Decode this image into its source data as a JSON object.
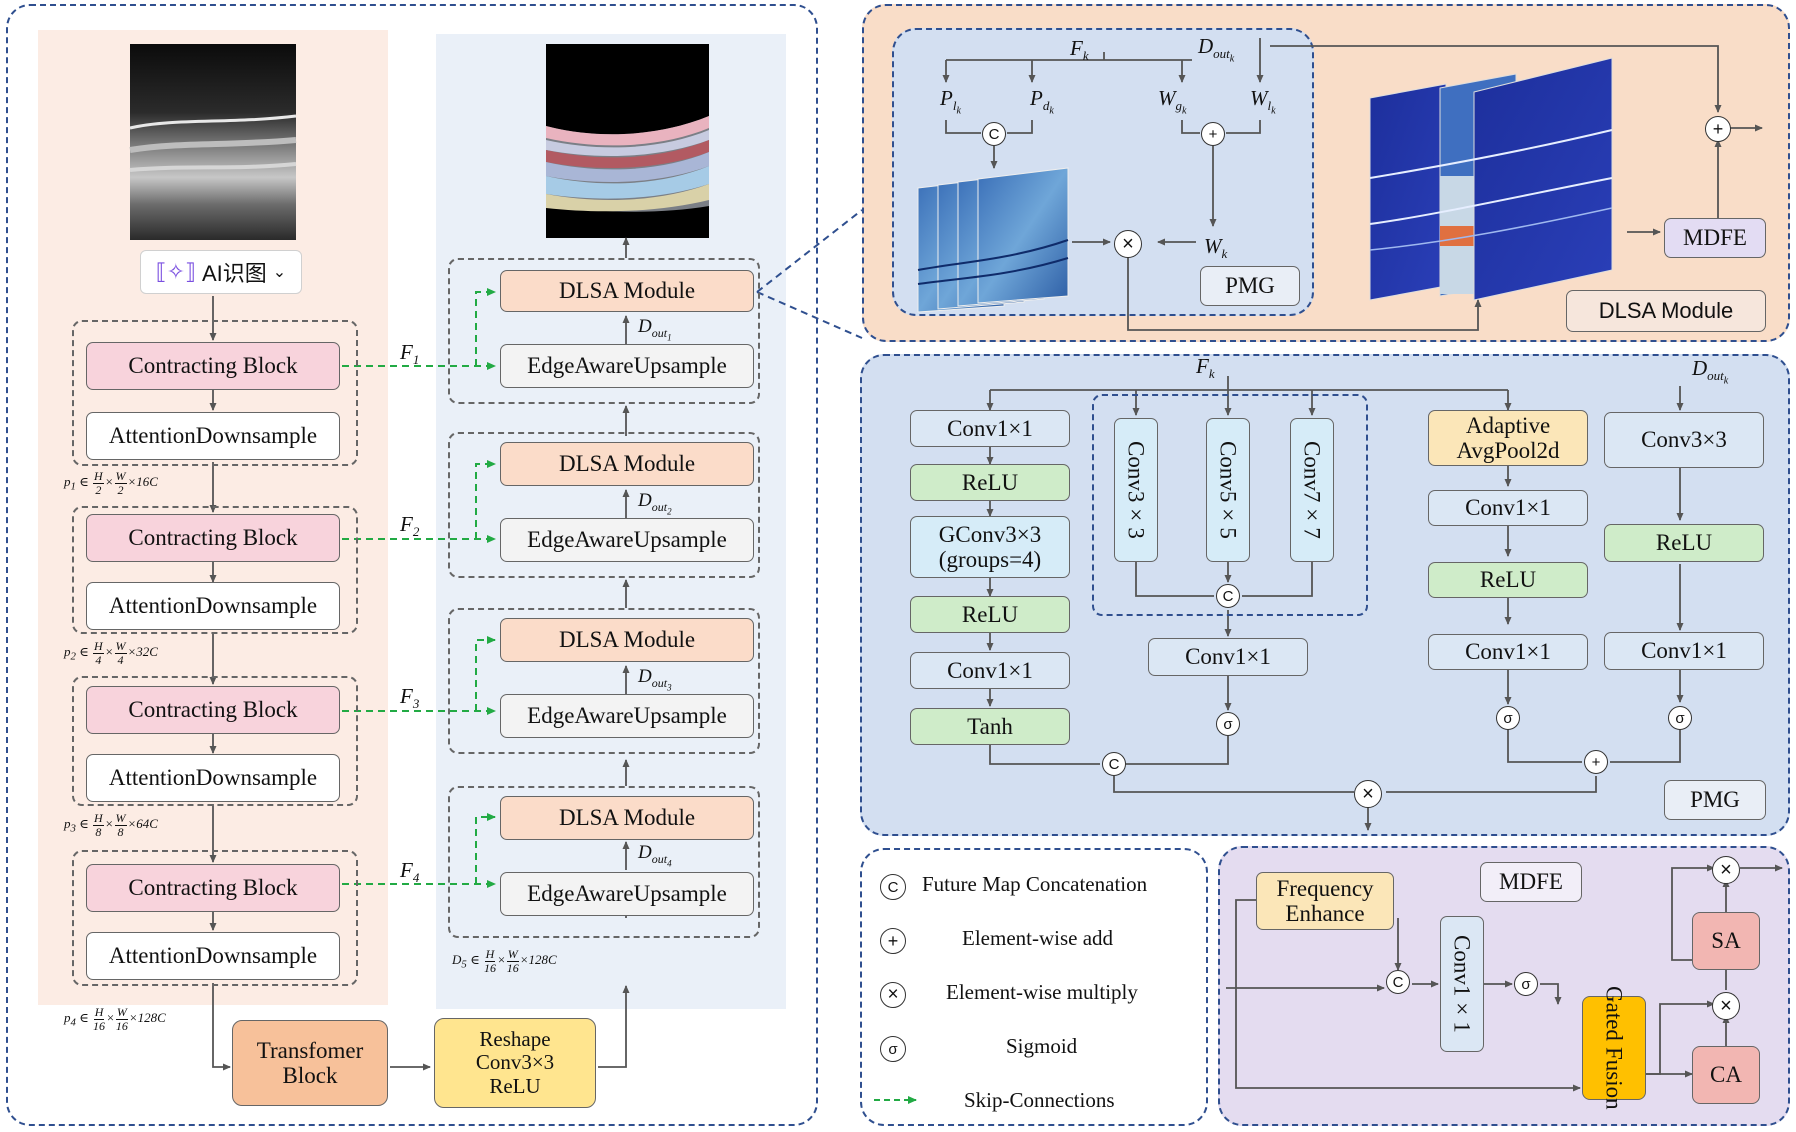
{
  "ai_button": {
    "label": "AI识图"
  },
  "encoder": {
    "stages": [
      {
        "contract": "Contracting Block",
        "down": "AttentionDownsample",
        "p_sym": "p",
        "p_sub": "1",
        "div": "2",
        "ch": "16C"
      },
      {
        "contract": "Contracting Block",
        "down": "AttentionDownsample",
        "p_sym": "p",
        "p_sub": "2",
        "div": "4",
        "ch": "32C"
      },
      {
        "contract": "Contracting Block",
        "down": "AttentionDownsample",
        "p_sym": "p",
        "p_sub": "3",
        "div": "8",
        "ch": "64C"
      },
      {
        "contract": "Contracting Block",
        "down": "AttentionDownsample",
        "p_sym": "p",
        "p_sub": "4",
        "div": "16",
        "ch": "128C"
      }
    ],
    "dim_in": "∈",
    "dim_H": "H",
    "dim_W": "W",
    "dim_times": "×"
  },
  "skips": [
    {
      "sym": "F",
      "sub": "1"
    },
    {
      "sym": "F",
      "sub": "2"
    },
    {
      "sym": "F",
      "sub": "3"
    },
    {
      "sym": "F",
      "sub": "4"
    }
  ],
  "decoder": {
    "stages": [
      {
        "dlsa": "DLSA Module",
        "up": "EdgeAwareUpsample",
        "d_sym": "D",
        "d_sub": "out",
        "d_subsub": "1"
      },
      {
        "dlsa": "DLSA Module",
        "up": "EdgeAwareUpsample",
        "d_sym": "D",
        "d_sub": "out",
        "d_subsub": "2"
      },
      {
        "dlsa": "DLSA Module",
        "up": "EdgeAwareUpsample",
        "d_sym": "D",
        "d_sub": "out",
        "d_subsub": "3"
      },
      {
        "dlsa": "DLSA Module",
        "up": "EdgeAwareUpsample",
        "d_sym": "D",
        "d_sub": "out",
        "d_subsub": "4"
      }
    ],
    "d5": {
      "sym": "D",
      "sub": "5",
      "div": "16",
      "ch": "128C"
    }
  },
  "bottleneck": {
    "transformer": [
      "Transfomer",
      "Block"
    ],
    "reshape": [
      "Reshape",
      "Conv3×3",
      "ReLU"
    ]
  },
  "dlsa_panel": {
    "F": "F",
    "k": "k",
    "Dout": "D",
    "out_k": "out",
    "kk": "k",
    "Pl": "P",
    "Pl_sub": "l",
    "Pd": "P",
    "Pd_sub": "d",
    "Wg": "W",
    "Wg_sub": "g",
    "Wl": "W",
    "Wl_sub": "l",
    "Wk": "W",
    "Wk_sub": "k",
    "pmg_label": "PMG",
    "mdfe_label": "MDFE",
    "title": "DLSA Module"
  },
  "pmg_panel": {
    "F": "F",
    "k": "k",
    "Dout": "D",
    "out": "out",
    "kk": "k",
    "col1": [
      "Conv1×1",
      "ReLU",
      "GConv3×3",
      "(groups=4)",
      "ReLU",
      "Conv1×1",
      "Tanh"
    ],
    "multi": [
      "Conv3×3",
      "Conv5×5",
      "Conv7×7"
    ],
    "multi_after": "Conv1×1",
    "col3": [
      "Adaptive",
      "AvgPool2d",
      "Conv1×1",
      "ReLU",
      "Conv1×1"
    ],
    "col4": [
      "Conv3×3",
      "ReLU",
      "Conv1×1"
    ],
    "title": "PMG"
  },
  "legend": {
    "items": [
      {
        "symbol": "C",
        "text": "Future Map Concatenation"
      },
      {
        "symbol": "+",
        "text": "Element-wise add"
      },
      {
        "symbol": "×",
        "text": "Element-wise multiply"
      },
      {
        "symbol": "σ",
        "text": "Sigmoid"
      },
      {
        "symbol": "",
        "text": "Skip-Connections"
      }
    ]
  },
  "mdfe_panel": {
    "freq": [
      "Frequency",
      "Enhance"
    ],
    "title": "MDFE",
    "conv": "Conv1×1",
    "gated": [
      "Gated",
      "Fusion"
    ],
    "sa": "SA",
    "ca": "CA"
  },
  "colors": {
    "panel_border": "#2f4f8f",
    "skip_arrow": "#22aa44",
    "encoder_bg": "#fcece4",
    "decoder_bg": "#eaf0f8",
    "dlsa_bg": "#f9ddc8",
    "pmg_bg": "#d3dff1",
    "mdfe_bg": "#e4dcf0"
  }
}
